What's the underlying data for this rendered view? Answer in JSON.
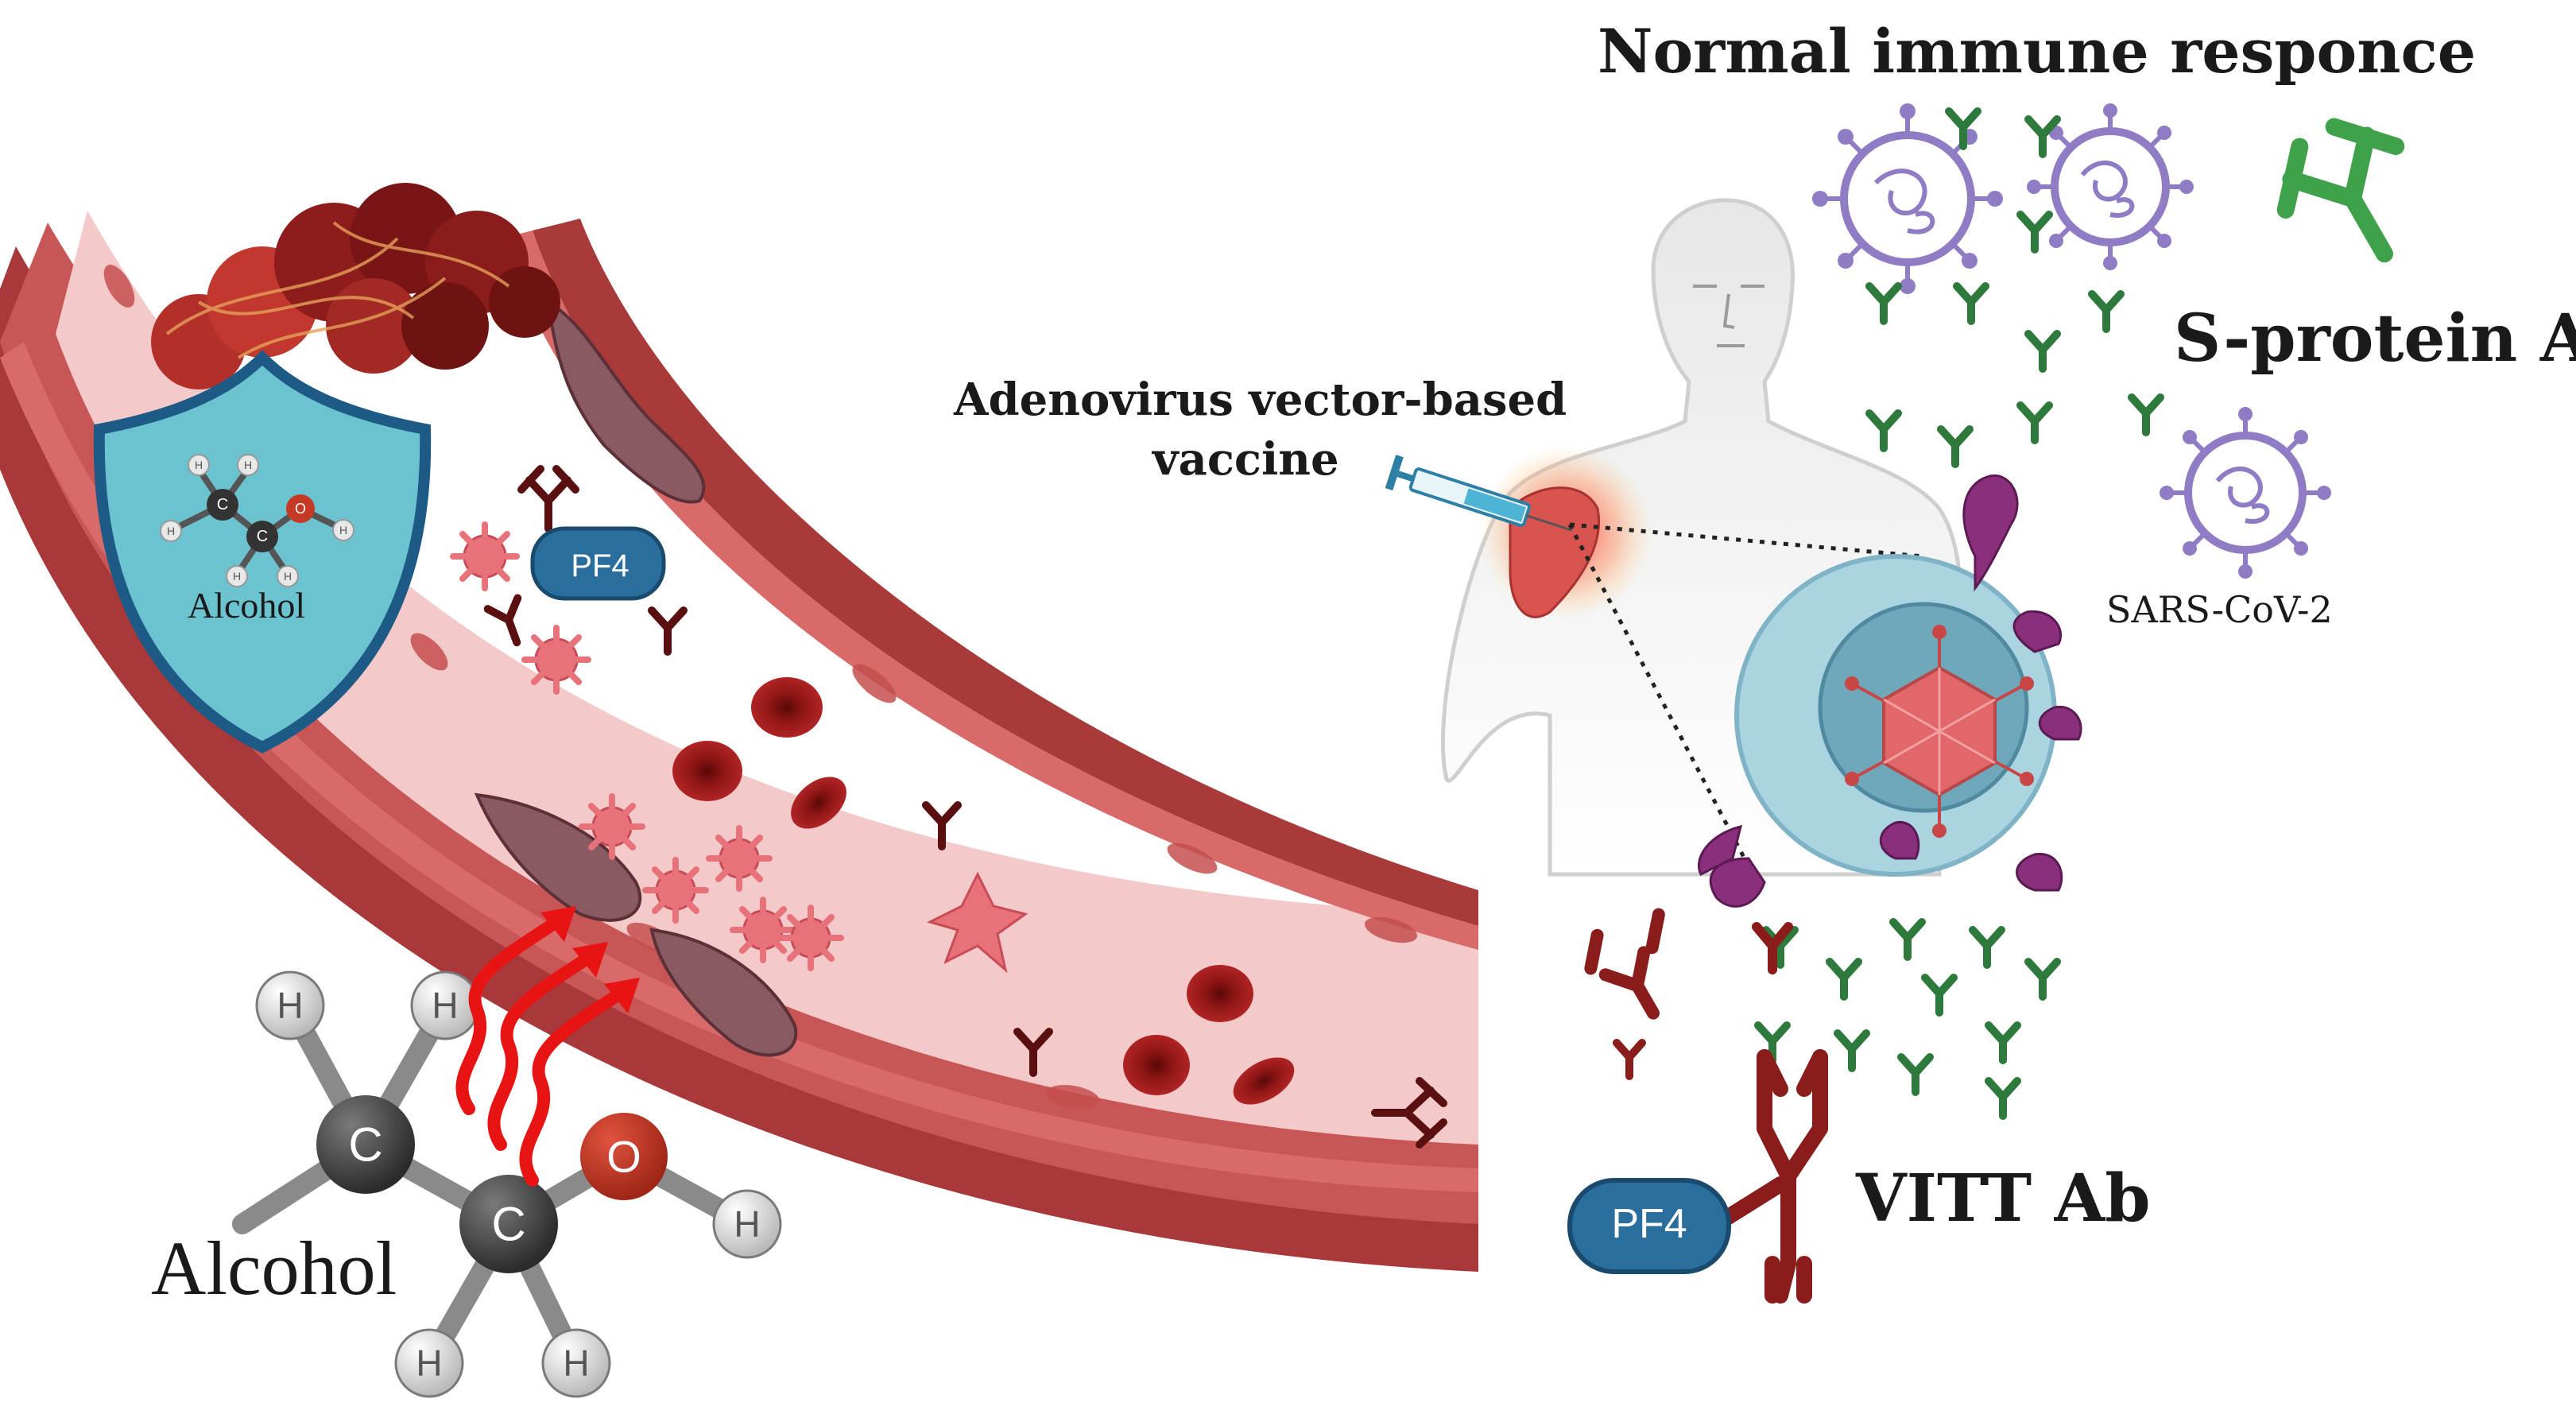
{
  "labels": {
    "title": "Normal immune responce",
    "s_protein_ab": "S-protein Ab",
    "vaccine_line1": "Adenovirus vector-based",
    "vaccine_line2": "vaccine",
    "sars_cov_2": "SARS-CoV-2",
    "vitt_ab": "VITT Ab",
    "pf4_vessel": "PF4",
    "pf4_complex": "PF4",
    "alcohol_molecule": "Alcohol",
    "alcohol_shield": "Alcohol"
  },
  "atoms": {
    "carbon": "C",
    "oxygen": "O",
    "hydrogen": "H"
  },
  "colors": {
    "vessel_wall": "#a8383a",
    "vessel_lumen": "#f4c9c9",
    "rbc": "#8e1515",
    "clot": "#7a1f1f",
    "platelet": "#e8727a",
    "antibody_green": "#2e7a3c",
    "antibody_red": "#8a1c1c",
    "virus": "#8f7cc4",
    "shield_fill": "#6cc3d0",
    "shield_border": "#1d5a86",
    "pf4": "#2a6e9e",
    "cell_outer": "#a9d4e0",
    "cell_nucleus": "#6fa7bb",
    "capsid": "#e2676a",
    "spike": "#8a2f7c"
  }
}
